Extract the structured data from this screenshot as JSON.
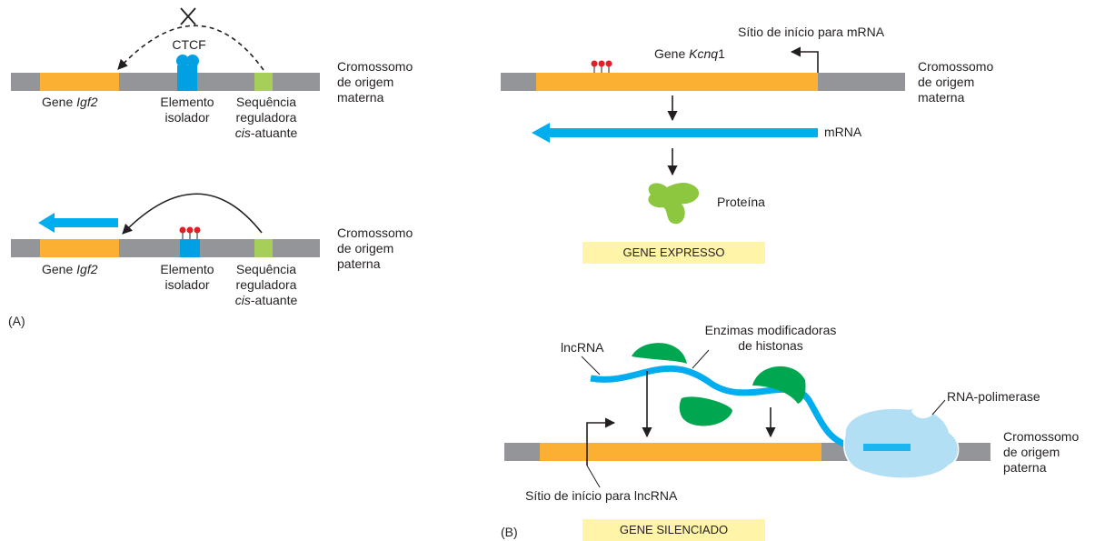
{
  "panel_a": {
    "label": "(A)",
    "maternal": {
      "chrom_label": [
        "Cromossomo",
        "de origem",
        "materna"
      ],
      "gene": {
        "prefix": "Gene ",
        "name": "Igf2"
      },
      "ctcf": "CTCF",
      "insulator": [
        "Elemento",
        "isolador"
      ],
      "regulatory": [
        "Sequência",
        "reguladora",
        "cis",
        "-atuante"
      ]
    },
    "paternal": {
      "chrom_label": [
        "Cromossomo",
        "de origem",
        "paterna"
      ],
      "gene": {
        "prefix": "Gene ",
        "name": "Igf2"
      },
      "insulator": [
        "Elemento",
        "isolador"
      ],
      "regulatory": [
        "Sequência",
        "reguladora",
        "cis",
        "-atuante"
      ]
    }
  },
  "panel_b": {
    "label": "(B)",
    "maternal": {
      "start_site": "Sítio de início para mRNA",
      "gene": {
        "prefix": "Gene ",
        "name": "Kcnq",
        "suffix": "1"
      },
      "chrom_label": [
        "Cromossomo",
        "de origem",
        "materna"
      ],
      "mrna": "mRNA",
      "protein": "Proteína",
      "status": "GENE EXPRESSO"
    },
    "paternal": {
      "lncrna": "lncRNA",
      "enzymes": [
        "Enzimas modificadoras",
        "de histonas"
      ],
      "polymerase": "RNA-polimerase",
      "chrom_label": [
        "Cromossomo",
        "de origem",
        "paterna"
      ],
      "start_site": "Sítio de início para lncRNA",
      "status": "GENE SILENCIADO"
    }
  },
  "colors": {
    "chromosome": "#939598",
    "gene": "#fbb034",
    "insulator": "#00a0e3",
    "regulatory": "#a6ce59",
    "methyl": "#e01f26",
    "rna": "#00aeef",
    "protein": "#8dc63f",
    "enzyme": "#00a650",
    "polymerase": "#b3dff5",
    "status_box": "#fff4a8"
  }
}
